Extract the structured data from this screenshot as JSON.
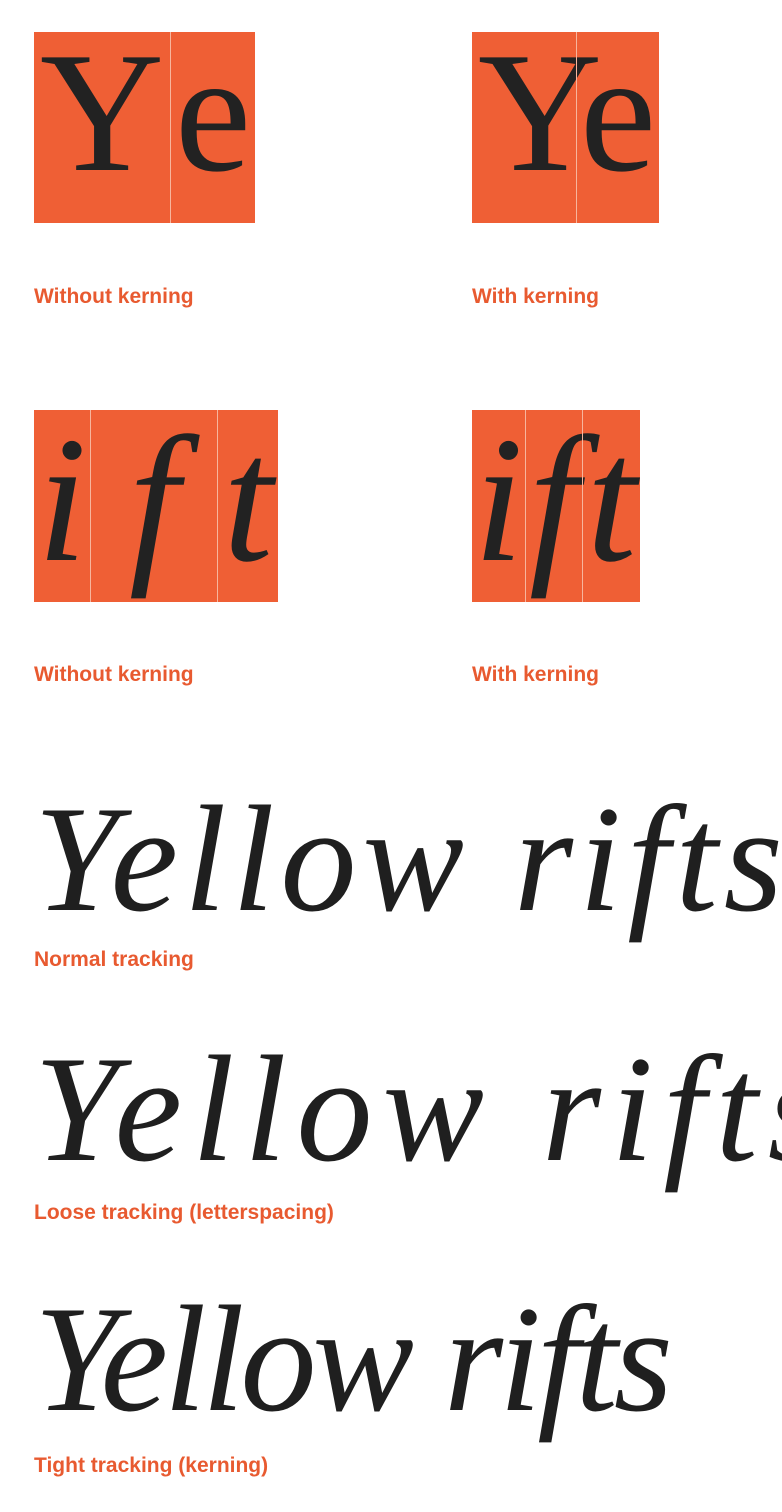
{
  "colors": {
    "accent": "#EF5F35",
    "caption": "#E85A30",
    "ink": "#222222",
    "background": "#FFFFFF"
  },
  "kerning_pairs": [
    {
      "id": "ye_without",
      "glyphs": [
        "Y",
        "e"
      ],
      "caption": "Without kerning"
    },
    {
      "id": "ye_with",
      "glyphs": [
        "Y",
        "e"
      ],
      "caption": "With kerning"
    },
    {
      "id": "ift_without",
      "glyphs": [
        "i",
        "f",
        "t"
      ],
      "caption": "Without kerning"
    },
    {
      "id": "ift_with",
      "glyphs": [
        "i",
        "f",
        "t"
      ],
      "caption": "With kerning"
    }
  ],
  "tracking_samples": [
    {
      "id": "normal",
      "text": "Yellow rifts",
      "caption": "Normal tracking"
    },
    {
      "id": "loose",
      "text": "Yellow rifts",
      "caption": "Loose tracking (letterspacing)"
    },
    {
      "id": "tight",
      "text": "Yellow rifts",
      "caption": "Tight tracking (kerning)"
    }
  ]
}
